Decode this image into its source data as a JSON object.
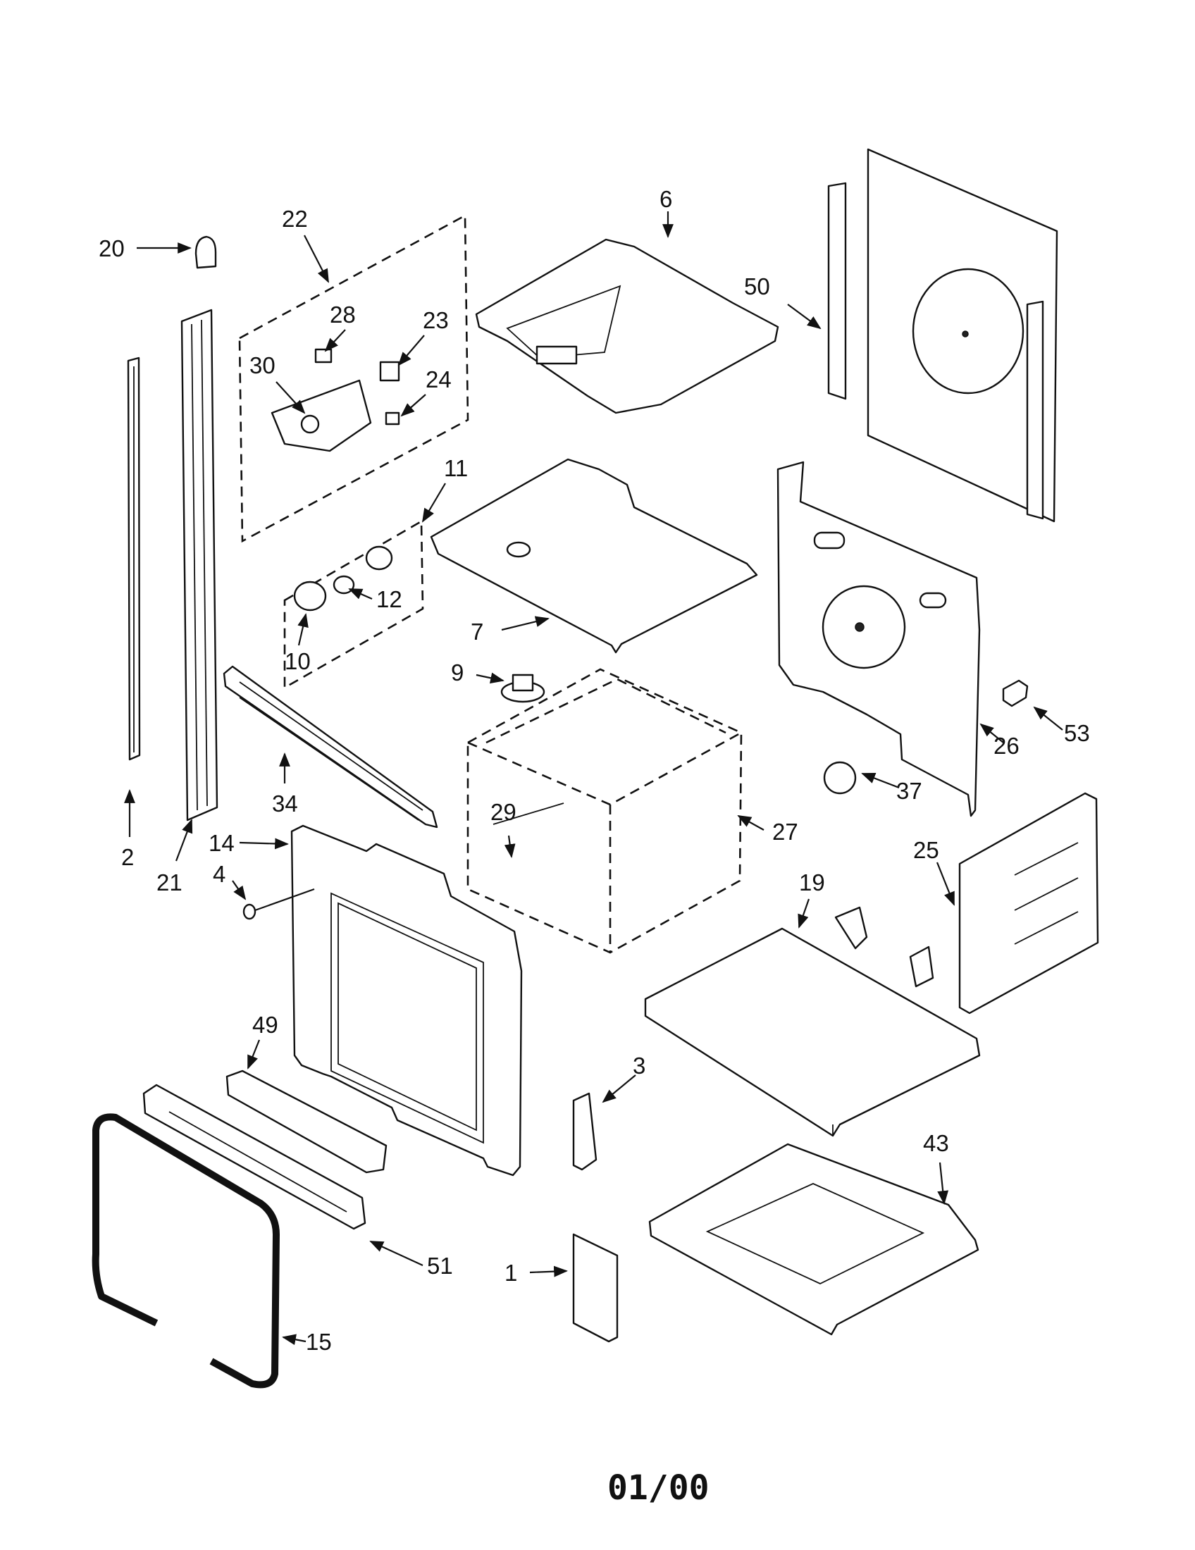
{
  "diagram": {
    "footer_code": "01/00",
    "callouts": [
      "20",
      "22",
      "6",
      "50",
      "28",
      "23",
      "30",
      "24",
      "11",
      "12",
      "10",
      "7",
      "9",
      "34",
      "2",
      "21",
      "14",
      "4",
      "29",
      "27",
      "26",
      "53",
      "37",
      "25",
      "19",
      "49",
      "3",
      "43",
      "51",
      "1",
      "15"
    ]
  }
}
